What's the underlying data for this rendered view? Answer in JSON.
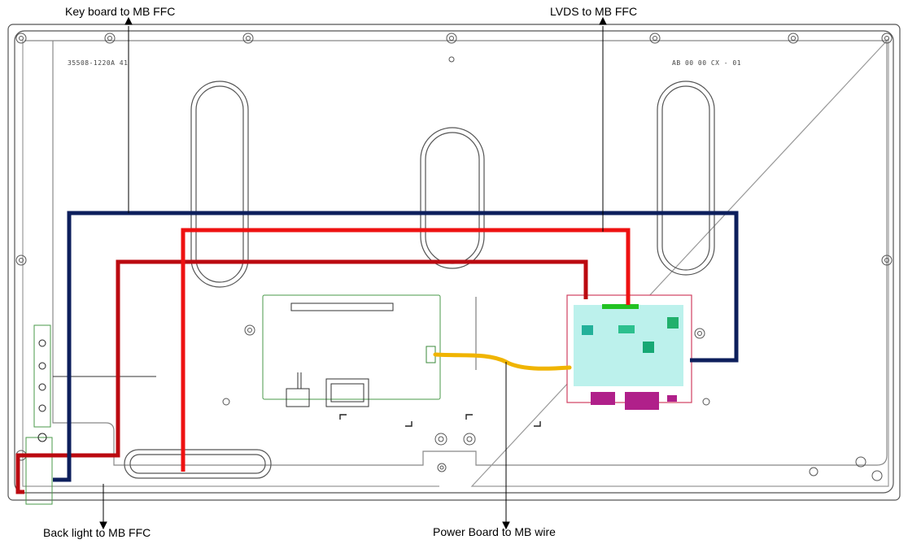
{
  "labels": {
    "keyboard": "Key board to MB FFC",
    "lvds": "LVDS  to MB  FFC",
    "backlight": "Back light  to MB FFC",
    "power": "Power Board to MB wire"
  },
  "panel_codes": {
    "left": "35508-1220A  41",
    "right": "AB  00  00  CX  -  01"
  },
  "colors": {
    "keyboard_ffc": "#0d1f5c",
    "lvds_ffc": "#ee1111",
    "backlight_ffc": "#bb0a10",
    "power_wire": "#f0b400",
    "board_outline": "#4a9a4a",
    "mainboard_pcb": "#3fd8c8",
    "mainboard_outline": "#d04060",
    "connector_purple": "#b0208a"
  }
}
